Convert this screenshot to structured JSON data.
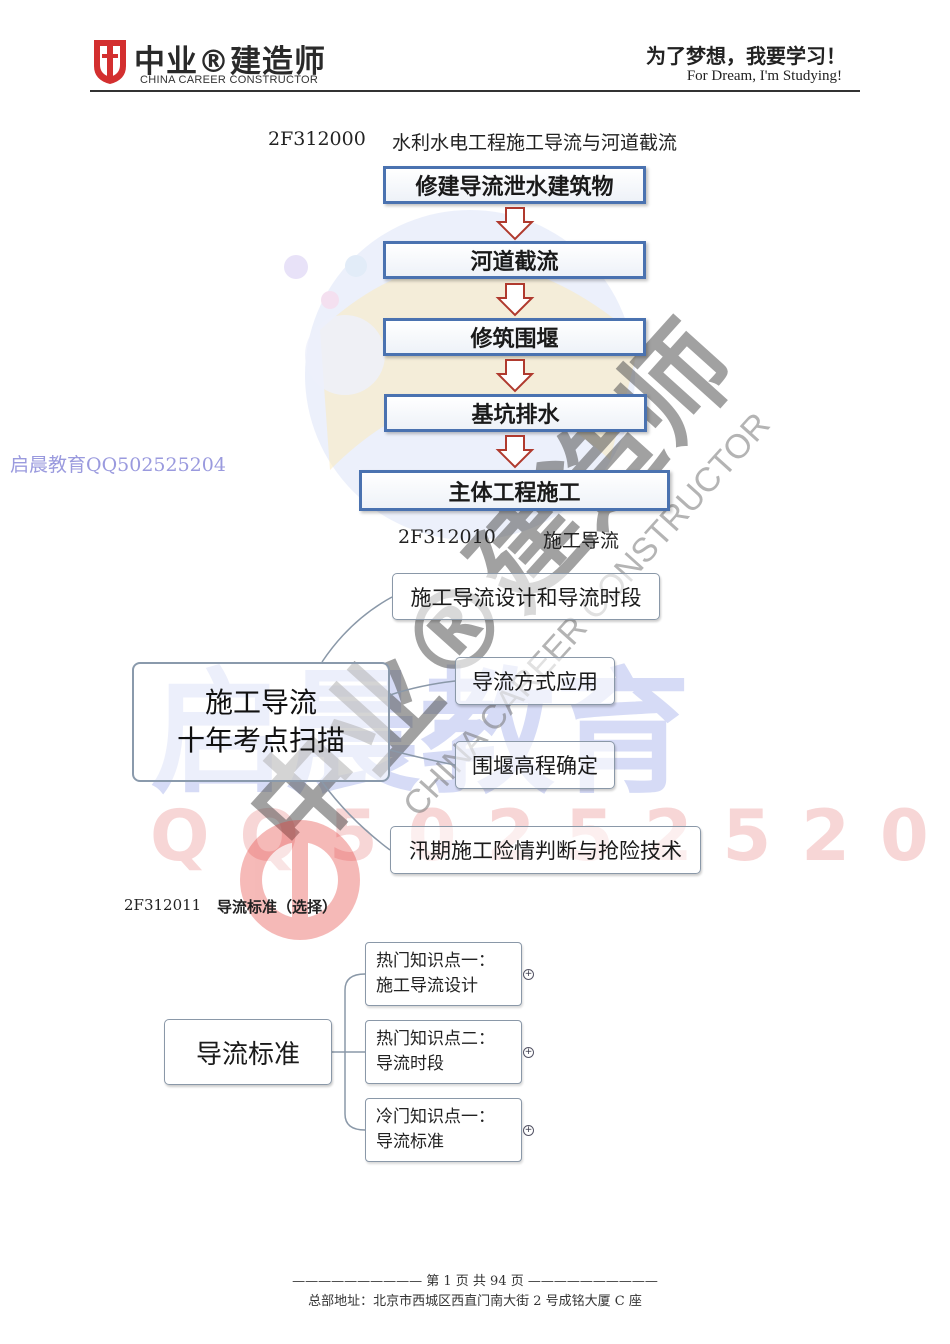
{
  "header": {
    "brand_cn": "中业®建造师",
    "brand_en": "CHINA CAREER CONSTRUCTOR",
    "slogan_cn": "为了梦想，我要学习！",
    "slogan_en": "For Dream,  I'm Studying!"
  },
  "watermarks": {
    "side_text": "启晨教育QQ502525204",
    "big_text": "启晨教育",
    "qq_text": "QQ502525204",
    "diag_cn": "中业®建造师",
    "diag_en": "CHINA CAREER CONSTRUCTOR"
  },
  "section_main": {
    "code": "2F312000",
    "title": "水利水电工程施工导流与河道截流",
    "flow_steps": [
      "修建导流泄水建筑物",
      "河道截流",
      "修筑围堰",
      "基坑排水",
      "主体工程施工"
    ]
  },
  "section_sub": {
    "code": "2F312010",
    "title": "施工导流",
    "root_line1": "施工导流",
    "root_line2": "十年考点扫描",
    "branches": [
      "施工导流设计和导流时段",
      "导流方式应用",
      "围堰高程确定",
      "汛期施工险情判断与抢险技术"
    ]
  },
  "section_std": {
    "code": "2F312011",
    "title": "导流标准（选择）",
    "root": "导流标准",
    "items": [
      {
        "line1": "热门知识点一：",
        "line2": "施工导流设计"
      },
      {
        "line1": "热门知识点二：",
        "line2": "导流时段"
      },
      {
        "line1": "冷门知识点一：",
        "line2": "导流标准"
      }
    ],
    "expand_glyph": "+"
  },
  "footer": {
    "page_line": "——————————  第 1 页 共 94 页  ——————————",
    "address": "总部地址：北京市西城区西直门南大街 2 号成铭大厦 C 座"
  },
  "colors": {
    "flow_border": "#4a72b0",
    "arrow_stroke": "#b03a2e",
    "watermark_blue": "#c8d0f0",
    "watermark_red": "#f5c8c8"
  }
}
